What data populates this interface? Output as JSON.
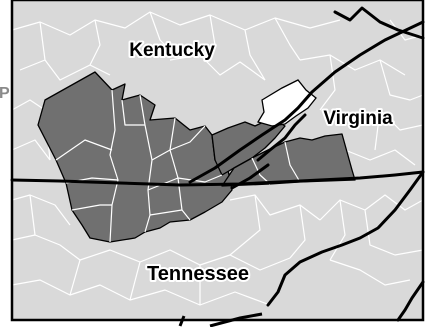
{
  "map": {
    "labels": {
      "kentucky": "Kentucky",
      "virginia": "Virginia",
      "tennessee": "Tennessee",
      "edge_fragment": "P"
    },
    "colors": {
      "background": "#d9d9d9",
      "highlight_region": "#707070",
      "lake": "#ffffff",
      "county_lines": "#ffffff",
      "state_lines": "#000000",
      "frame": "#000000"
    }
  }
}
